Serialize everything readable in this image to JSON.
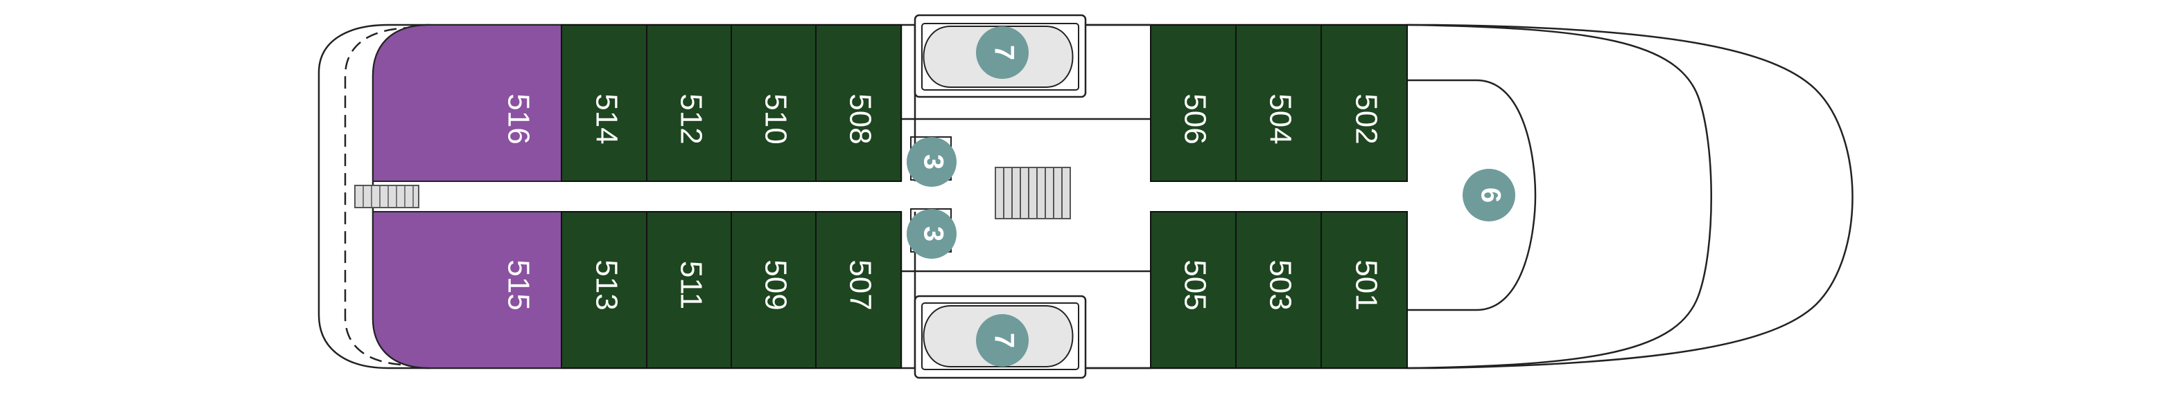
{
  "colors": {
    "standard_cabin": "#1e4620",
    "suite_cabin": "#8b52a1",
    "badge": "#6f9b9b",
    "outline": "#222222"
  },
  "cabins": {
    "c516": "516",
    "c514": "514",
    "c512": "512",
    "c510": "510",
    "c508": "508",
    "c506": "506",
    "c504": "504",
    "c502": "502",
    "c515": "515",
    "c513": "513",
    "c511": "511",
    "c509": "509",
    "c507": "507",
    "c505": "505",
    "c503": "503",
    "c501": "501"
  },
  "badges": {
    "lifeboat_top": "7",
    "lifeboat_bottom": "7",
    "muster_upper": "3",
    "muster_lower": "3",
    "bow_area": "6"
  }
}
